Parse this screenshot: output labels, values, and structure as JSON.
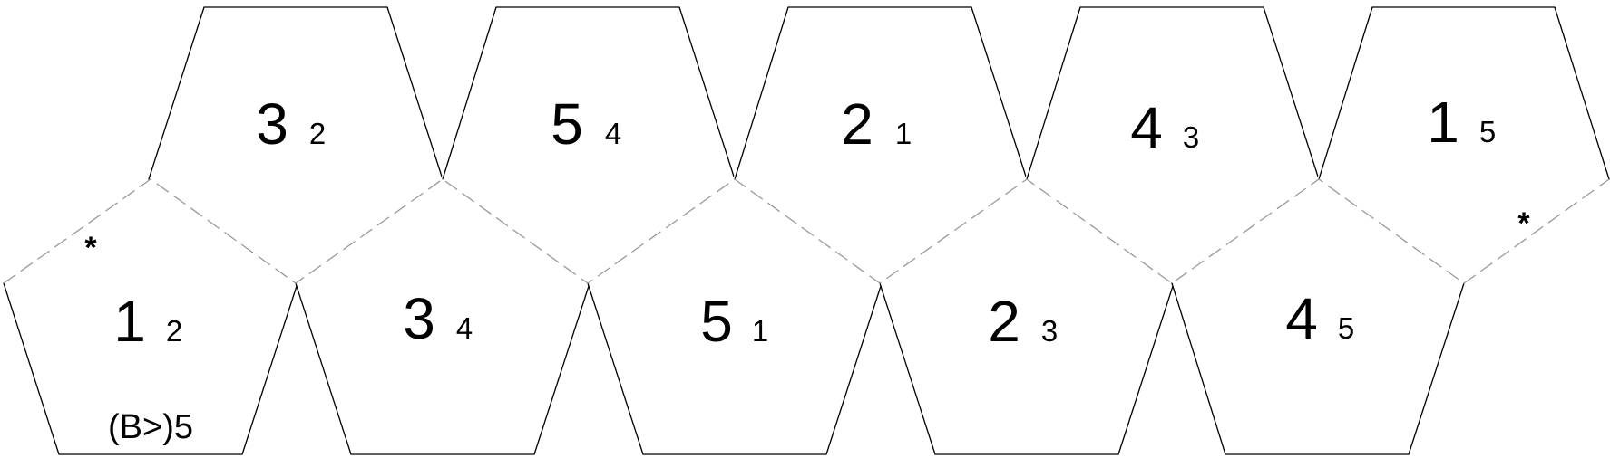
{
  "top_faces": [
    {
      "big": "3",
      "small": "2"
    },
    {
      "big": "5",
      "small": "4"
    },
    {
      "big": "2",
      "small": "1"
    },
    {
      "big": "4",
      "small": "3"
    },
    {
      "big": "1",
      "small": "5"
    }
  ],
  "bottom_faces": [
    {
      "big": "1",
      "small": "2"
    },
    {
      "big": "3",
      "small": "4"
    },
    {
      "big": "5",
      "small": "1"
    },
    {
      "big": "2",
      "small": "3"
    },
    {
      "big": "4",
      "small": "5"
    }
  ],
  "marks": {
    "star_left": "*",
    "star_right": "*",
    "note": "(B>)5"
  }
}
